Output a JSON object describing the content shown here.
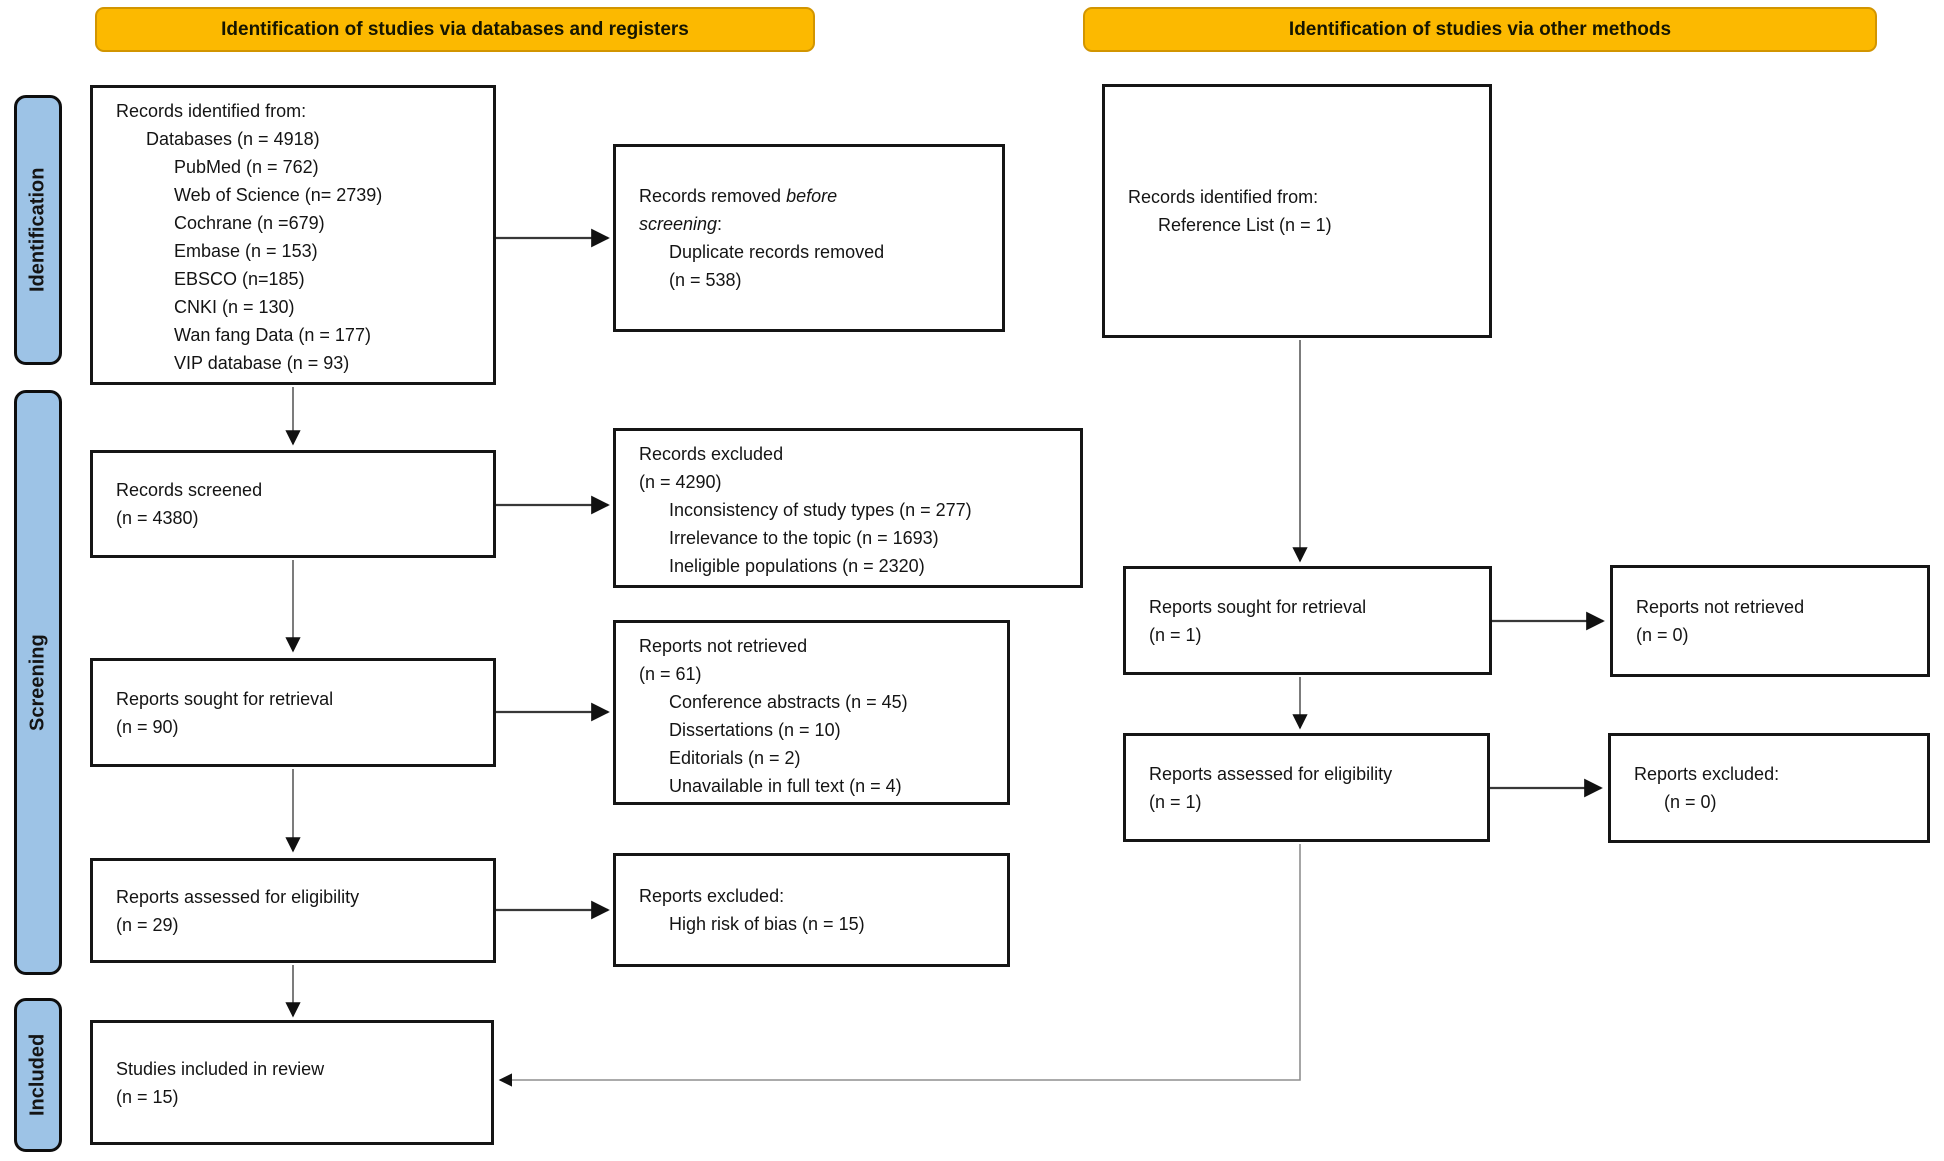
{
  "headers": {
    "left": "Identification of studies via databases and registers",
    "right": "Identification of studies via other methods"
  },
  "side_labels": {
    "identification": "Identification",
    "screening": "Screening",
    "included": "Included"
  },
  "colors": {
    "header_fill": "#FCB900",
    "header_border": "#D29500",
    "label_fill": "#9DC3E6"
  },
  "boxes": {
    "db_identified": {
      "lines": [
        {
          "i": 0,
          "t": "Records identified from:"
        },
        {
          "i": 1,
          "t": "Databases (n = 4918)"
        },
        {
          "i": 2,
          "t": "PubMed (n = 762)"
        },
        {
          "i": 2,
          "t": "Web of Science (n= 2739)"
        },
        {
          "i": 2,
          "t": "Cochrane (n =679)"
        },
        {
          "i": 2,
          "t": "Embase (n = 153)"
        },
        {
          "i": 2,
          "t": "EBSCO (n=185)"
        },
        {
          "i": 2,
          "t": "CNKI (n = 130)"
        },
        {
          "i": 2,
          "t": "Wan fang Data (n = 177)"
        },
        {
          "i": 2,
          "t": "VIP database (n = 93)"
        }
      ]
    },
    "removed_before_screening": {
      "lines": [
        {
          "i": 0,
          "seg": [
            {
              "t": "Records removed "
            },
            {
              "t": "before",
              "it": true
            }
          ]
        },
        {
          "i": 0,
          "seg": [
            {
              "t": "screening",
              "it": true
            },
            {
              "t": ":"
            }
          ]
        },
        {
          "i": 1,
          "t": "Duplicate records removed"
        },
        {
          "i": 1,
          "t": "(n = 538)"
        }
      ]
    },
    "records_screened": {
      "lines": [
        {
          "i": 0,
          "t": "Records screened"
        },
        {
          "i": 0,
          "t": "(n = 4380)"
        }
      ]
    },
    "records_excluded": {
      "lines": [
        {
          "i": 0,
          "t": "Records excluded"
        },
        {
          "i": 0,
          "t": "(n = 4290)"
        },
        {
          "i": 1,
          "t": "Inconsistency of study types (n = 277)"
        },
        {
          "i": 1,
          "t": "Irrelevance to the topic (n = 1693)"
        },
        {
          "i": 1,
          "t": "Ineligible populations (n = 2320)"
        }
      ]
    },
    "reports_sought": {
      "lines": [
        {
          "i": 0,
          "t": "Reports sought for retrieval"
        },
        {
          "i": 0,
          "t": "(n = 90)"
        }
      ]
    },
    "reports_not_retrieved": {
      "lines": [
        {
          "i": 0,
          "t": "Reports not retrieved"
        },
        {
          "i": 0,
          "t": "(n = 61)"
        },
        {
          "i": 1,
          "t": "Conference abstracts (n = 45)"
        },
        {
          "i": 1,
          "t": "Dissertations (n = 10)"
        },
        {
          "i": 1,
          "t": "Editorials (n = 2)"
        },
        {
          "i": 1,
          "t": "Unavailable in full text (n = 4)"
        }
      ]
    },
    "reports_assessed": {
      "lines": [
        {
          "i": 0,
          "t": "Reports assessed for eligibility"
        },
        {
          "i": 0,
          "t": "(n = 29)"
        }
      ]
    },
    "reports_excluded_bias": {
      "lines": [
        {
          "i": 0,
          "t": "Reports excluded:"
        },
        {
          "i": 1,
          "t": "High risk of bias (n = 15)"
        }
      ]
    },
    "studies_included": {
      "lines": [
        {
          "i": 0,
          "t": "Studies included in review"
        },
        {
          "i": 0,
          "t": "(n = 15)"
        }
      ]
    },
    "other_identified": {
      "lines": [
        {
          "i": 0,
          "t": "Records identified from:"
        },
        {
          "i": 1,
          "t": "Reference List (n = 1)"
        }
      ]
    },
    "other_sought": {
      "lines": [
        {
          "i": 0,
          "t": "Reports sought for retrieval"
        },
        {
          "i": 0,
          "t": "(n = 1)"
        }
      ]
    },
    "other_not_retrieved": {
      "lines": [
        {
          "i": 0,
          "t": "Reports not retrieved"
        },
        {
          "i": 0,
          "t": "(n = 0)"
        }
      ]
    },
    "other_assessed": {
      "lines": [
        {
          "i": 0,
          "t": "Reports assessed for eligibility"
        },
        {
          "i": 0,
          "t": "(n = 1)"
        }
      ]
    },
    "other_excluded": {
      "lines": [
        {
          "i": 0,
          "t": "Reports excluded:"
        },
        {
          "i": 1,
          "t": "(n = 0)"
        }
      ]
    }
  }
}
